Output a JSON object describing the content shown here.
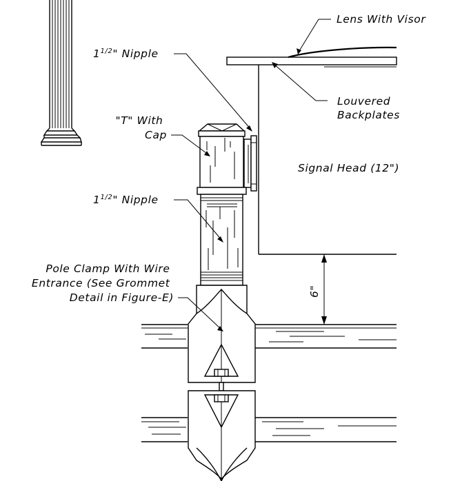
{
  "labels": {
    "lens_with_visor": "Lens With Visor",
    "nipple_top_prefix": "1",
    "nipple_top_fraction": "1/2",
    "nipple_top_suffix": "\" Nipple",
    "louvered_line1": "Louvered",
    "louvered_line2": "Backplates",
    "t_with_cap_line1": "\"T\" With",
    "t_with_cap_line2": "Cap",
    "signal_head": "Signal Head (12\")",
    "nipple_mid_prefix": "1",
    "nipple_mid_fraction": "1/2",
    "nipple_mid_suffix": "\" Nipple",
    "pole_clamp_line1": "Pole Clamp With Wire",
    "pole_clamp_line2": "Entrance (See Grommet",
    "pole_clamp_line3": "Detail in Figure-E)",
    "dimension_6": "6\""
  }
}
